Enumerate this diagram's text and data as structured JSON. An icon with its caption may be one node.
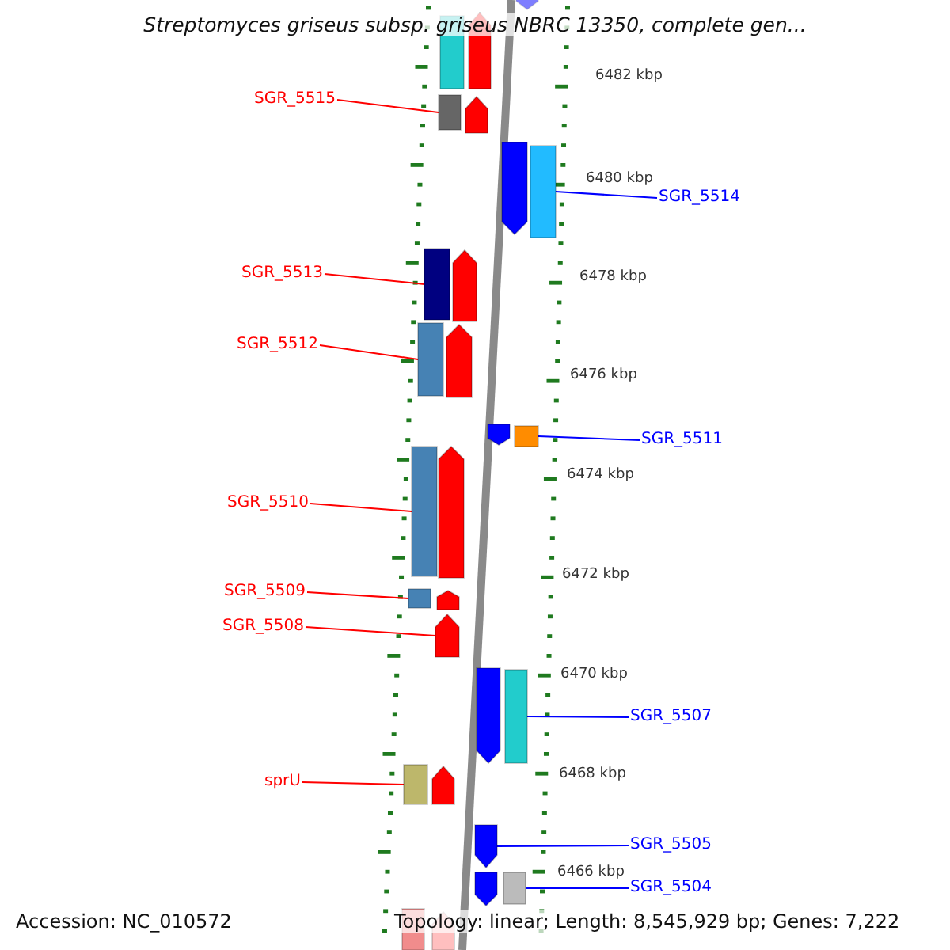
{
  "diagram": {
    "title": "Streptomyces griseus subsp. griseus NBRC 13350, complete gen...",
    "nodes": [
      {
        "text": [],
        "shape": "pentagon"
      },
      {
        "text": [],
        "shape": "bar"
      },
      {
        "text": [],
        "shape": "pentagon"
      },
      {
        "text": [
          "SGR_5515"
        ]
      },
      {
        "text": [],
        "shape": "bar"
      },
      {
        "text": [],
        "shape": "pentagon"
      },
      {
        "text": [],
        "shape": "pentagon"
      },
      {
        "text": [
          "SGR_5514"
        ]
      },
      {
        "text": [],
        "shape": "bar"
      },
      {
        "text": [
          "SGR_5513"
        ]
      },
      {
        "text": [],
        "shape": "bar"
      },
      {
        "text": [],
        "shape": "pentagon"
      },
      {
        "text": [
          "SGR_5512"
        ]
      },
      {
        "text": [],
        "shape": "bar"
      },
      {
        "text": [],
        "shape": "pentagon"
      },
      {
        "text": [],
        "shape": "pentagon"
      },
      {
        "text": [
          "SGR_5511"
        ]
      },
      {
        "text": [],
        "shape": "bar"
      },
      {
        "text": [
          "SGR_5510"
        ]
      },
      {
        "text": [],
        "shape": "bar"
      },
      {
        "text": [],
        "shape": "pentagon"
      },
      {
        "text": [
          "SGR_5509"
        ]
      },
      {
        "text": [],
        "shape": "bar"
      },
      {
        "text": [],
        "shape": "pentagon"
      },
      {
        "text": [
          "SGR_5508"
        ]
      },
      {
        "text": [],
        "shape": "pentagon"
      },
      {
        "text": [],
        "shape": "pentagon"
      },
      {
        "text": [
          "SGR_5507"
        ]
      },
      {
        "text": [],
        "shape": "bar"
      },
      {
        "text": [
          "sprU"
        ]
      },
      {
        "text": [],
        "shape": "bar"
      },
      {
        "text": [],
        "shape": "pentagon"
      },
      {
        "text": [
          "SGR_5505"
        ]
      },
      {
        "text": [],
        "shape": "pentagon"
      },
      {
        "text": [],
        "shape": "pentagon"
      },
      {
        "text": [
          "SGR_5504"
        ]
      },
      {
        "text": [],
        "shape": "bar"
      },
      {
        "text": [],
        "shape": "bar"
      },
      {
        "text": [],
        "shape": "pentagon"
      }
    ],
    "edges": [
      {
        "from": 3,
        "to": 4,
        "arrow": "none"
      },
      {
        "from": 7,
        "to": 8,
        "arrow": "none",
        "color": "#0000ff"
      },
      {
        "from": 9,
        "to": 10,
        "arrow": "none"
      },
      {
        "from": 12,
        "to": 13,
        "arrow": "none"
      },
      {
        "from": 16,
        "to": 17,
        "arrow": "none",
        "color": "#0000ff"
      },
      {
        "from": 18,
        "to": 19,
        "arrow": "none"
      },
      {
        "from": 21,
        "to": 22,
        "arrow": "none"
      },
      {
        "from": 24,
        "to": 25,
        "arrow": "none"
      },
      {
        "from": 27,
        "to": 28,
        "arrow": "none",
        "color": "#0000ff"
      },
      {
        "from": 29,
        "to": 30,
        "arrow": "none"
      },
      {
        "from": 32,
        "to": 33,
        "arrow": "none",
        "color": "#0000ff"
      },
      {
        "from": 35,
        "to": 36,
        "arrow": "none",
        "color": "#0000ff"
      }
    ],
    "labels": [
      "6482 kbp",
      "6480 kbp",
      "6478 kbp",
      "6476 kbp",
      "6474 kbp",
      "6472 kbp",
      "6470 kbp",
      "6468 kbp",
      "6466 kbp",
      "Accession: NC_010572",
      "Topology: linear; Length: 8,545,929 bp; Genes: 7,222"
    ]
  }
}
